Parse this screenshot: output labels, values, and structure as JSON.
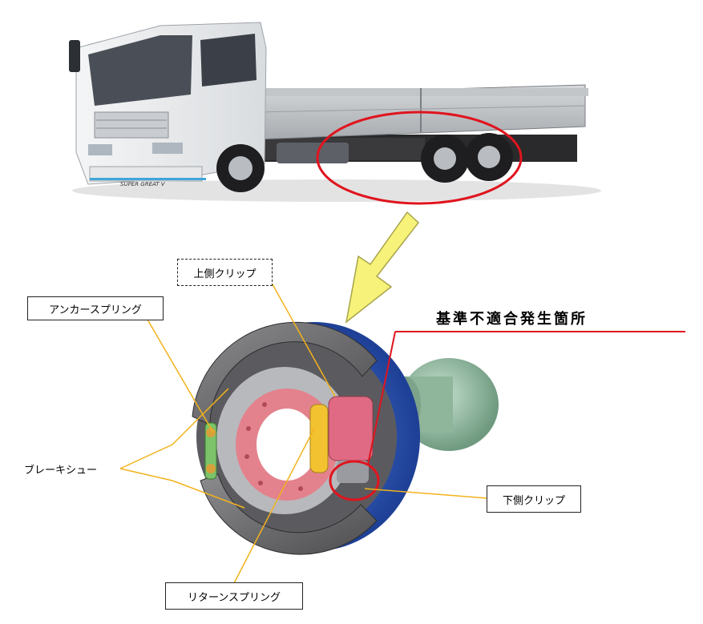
{
  "annotations": {
    "upper_clip": "上側クリップ",
    "anchor_spring": "アンカースプリング",
    "nonconformity_location": "基準不適合発生箇所",
    "brake_shoe": "ブレーキシュー",
    "lower_clip": "下側クリップ",
    "return_spring": "リターンスプリング"
  },
  "truck_badge": "SUPER GREAT V",
  "colors": {
    "callout_red": "#e0141e",
    "leader_orange": "#f2b21c",
    "arrow_fill": "#f6f27a",
    "brake_blue": "#2e57b8",
    "drum_pink": "#e3828c"
  }
}
